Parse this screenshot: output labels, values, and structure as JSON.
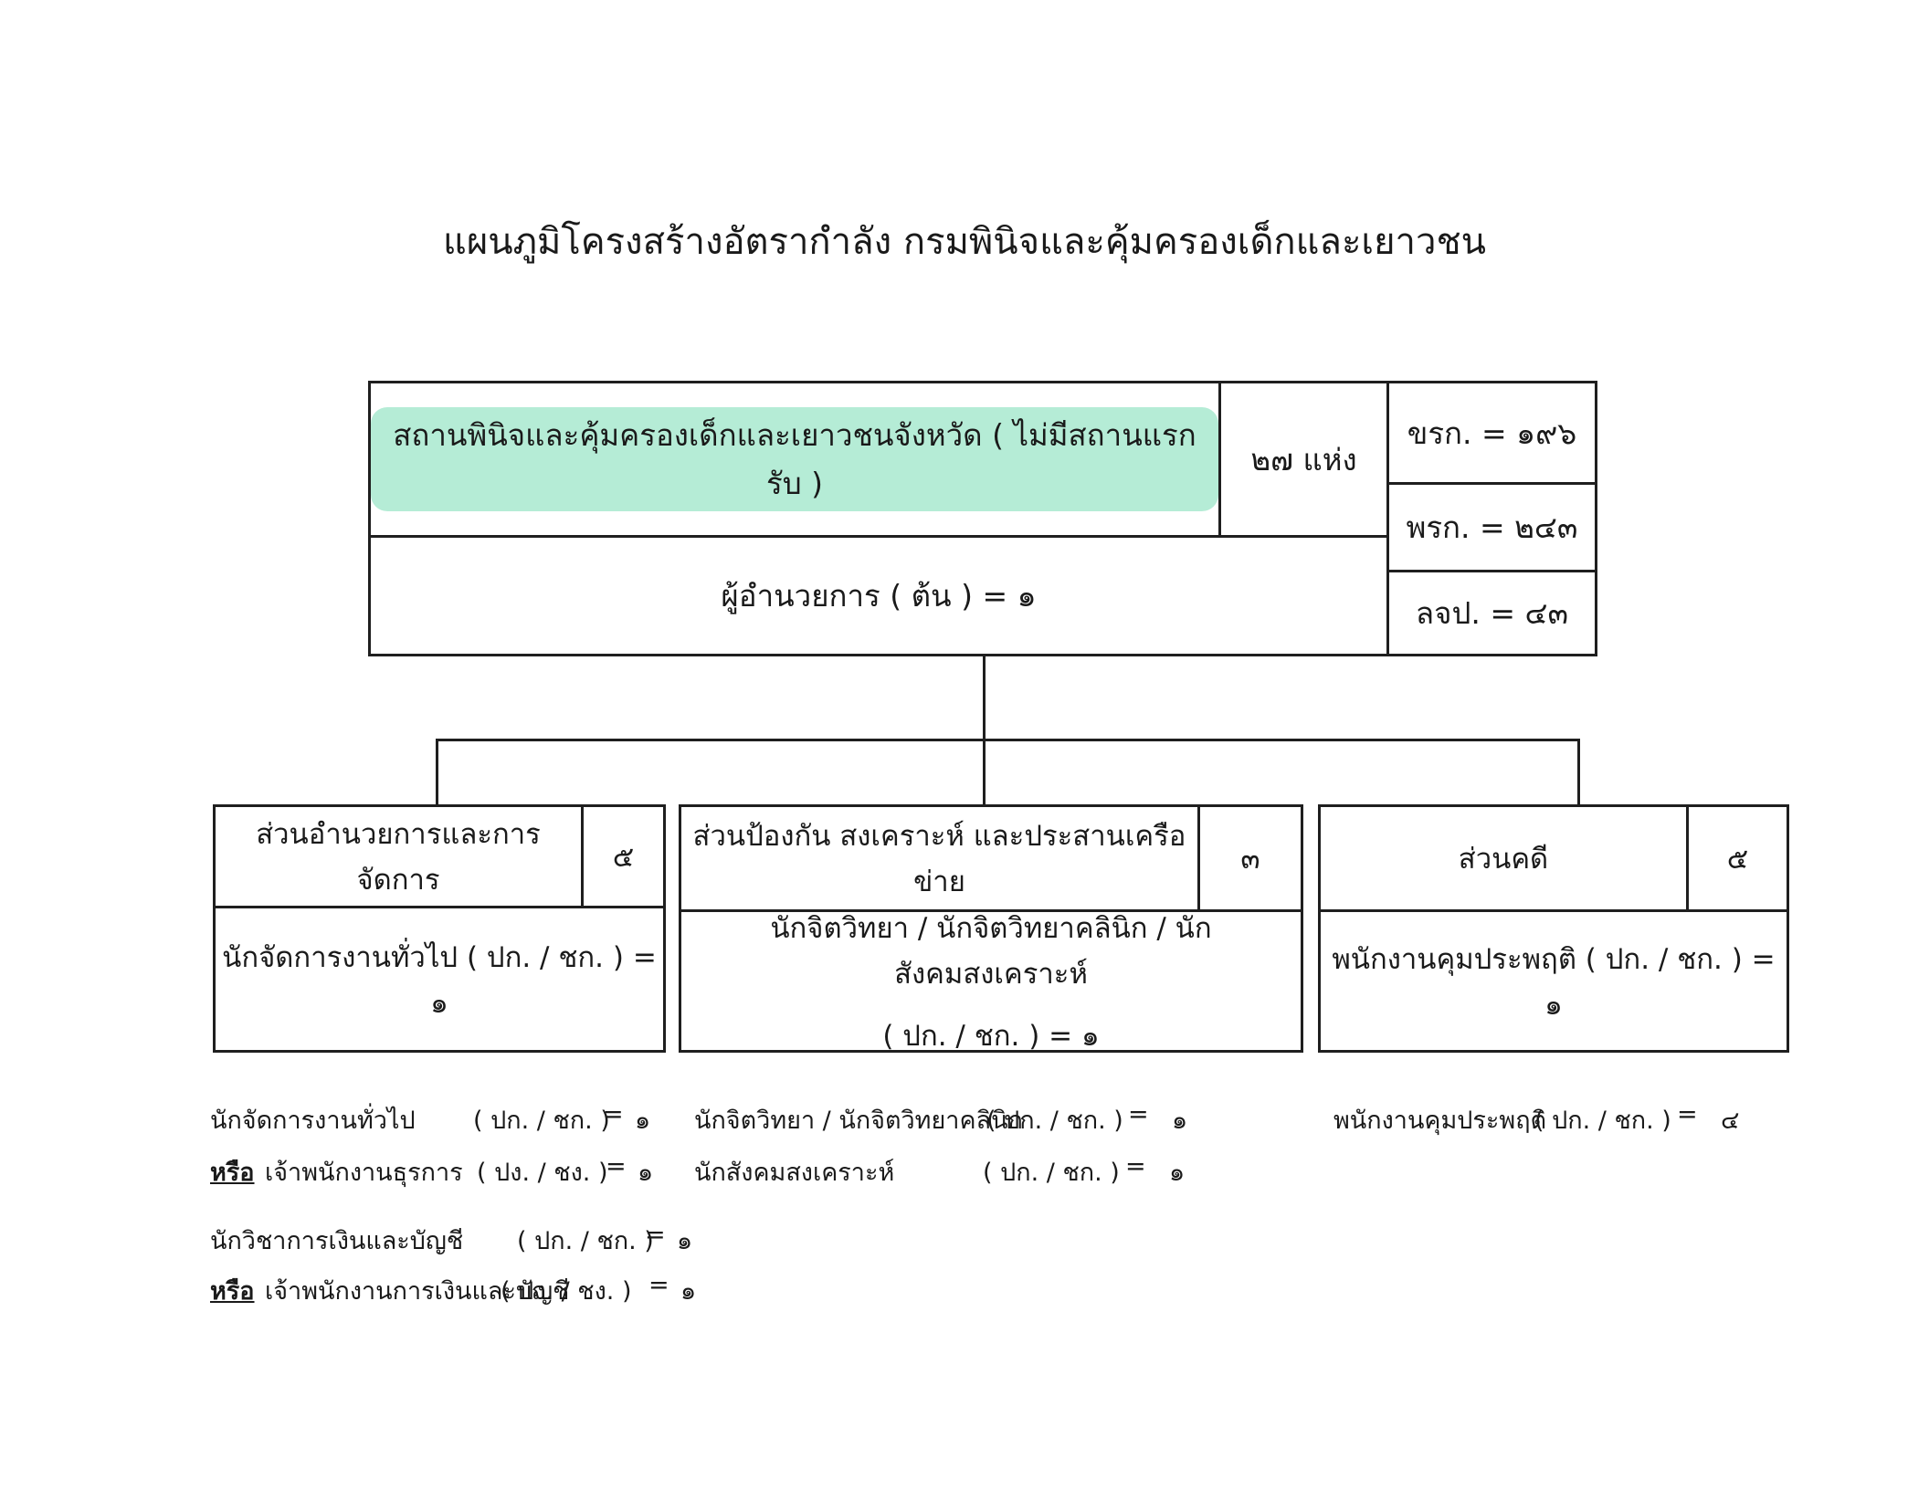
{
  "title": "แผนภูมิโครงสร้างอัตรากำลัง กรมพินิจและคุ้มครองเด็กและเยาวชน",
  "top_box": {
    "org_name": "สถานพินิจและคุ้มครองเด็กและเยาวชนจังหวัด ( ไม่มีสถานแรกรับ )",
    "count": "๒๗ แห่ง",
    "director": "ผู้อำนวยการ ( ต้น ) = ๑",
    "stats": [
      "ขรก. = ๑๙๖",
      "พรก. = ๒๔๓",
      "ลจป. = ๔๓"
    ]
  },
  "divisions": [
    {
      "name": "ส่วนอำนวยการและการจัดการ",
      "count": "๕",
      "staff_line1": "นักจัดการงานทั่วไป ( ปก. / ชก. ) = ๑",
      "staff_line2": ""
    },
    {
      "name": "ส่วนป้องกัน สงเคราะห์ และประสานเครือข่าย",
      "count": "๓",
      "staff_line1": "นักจิตวิทยา / นักจิตวิทยาคลินิก / นักสังคมสงเคราะห์",
      "staff_line2": "( ปก. / ชก. ) = ๑"
    },
    {
      "name": "ส่วนคดี",
      "count": "๕",
      "staff_line1": "พนักงานคุมประพฤติ ( ปก. / ชก. ) = ๑",
      "staff_line2": ""
    }
  ],
  "notes": {
    "col1": [
      {
        "prefix": "",
        "text": "นักจัดการงานทั่วไป",
        "grade": "( ปก. / ชก. )",
        "eq": "=",
        "val": "๑"
      },
      {
        "prefix": "หรือ",
        "text": "เจ้าพนักงานธุรการ",
        "grade": "( ปง. / ชง. )",
        "eq": "=",
        "val": "๑"
      },
      {
        "prefix": "",
        "text": "นักวิชาการเงินและบัญชี",
        "grade": "( ปก. / ชก. )",
        "eq": "=",
        "val": "๑"
      },
      {
        "prefix": "หรือ",
        "text": "เจ้าพนักงานการเงินและบัญชี",
        "grade": "( ปง. / ชง. )",
        "eq": "=",
        "val": "๑"
      }
    ],
    "col2": [
      {
        "text": "นักจิตวิทยา / นักจิตวิทยาคลินิก",
        "grade": "( ปก. / ชก. )",
        "eq": "=",
        "val": "๑"
      },
      {
        "text": "นักสังคมสงเคราะห์",
        "grade": "( ปก. / ชก. )",
        "eq": "=",
        "val": "๑"
      }
    ],
    "col3": [
      {
        "text": "พนักงานคุมประพฤติ",
        "grade": "( ปก. / ชก. )",
        "eq": "=",
        "val": "๔"
      }
    ]
  }
}
